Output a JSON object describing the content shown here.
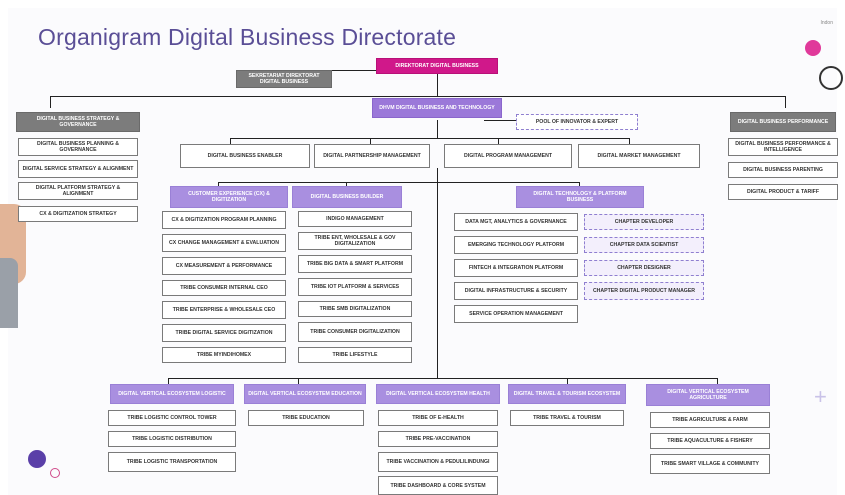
{
  "title": "Organigram Digital Business Directorate",
  "watermark": "Indon",
  "top": {
    "directorate": "DIREKTORAT DIGITAL BUSINESS",
    "secretariat": "SEKRETARIAT DIREKTORAT DIGITAL BUSINESS",
    "dhvm": "DHVM DIGITAL BUSINESS AND TECHNOLOGY",
    "pool": "POOL OF INNOVATOR & EXPERT"
  },
  "left_group": {
    "header": "DIGITAL BUSINESS STRATEGY & GOVERNANCE",
    "items": [
      "DIGITAL BUSINESS PLANNING & GOVERNANCE",
      "DIGITAL SERVICE STRATEGY & ALIGNMENT",
      "DIGITAL PLATFORM STRATEGY & ALIGNMENT",
      "CX & DIGITIZATION STRATEGY"
    ]
  },
  "right_group": {
    "header": "DIGITAL BUSINESS PERFORMANCE",
    "items": [
      "DIGITAL BUSINESS PERFORMANCE & INTELLIGENCE",
      "DIGITAL BUSINESS PARENTING",
      "DIGITAL PRODUCT & TARIFF"
    ]
  },
  "middle_row": [
    "DIGITAL BUSINESS ENABLER",
    "DIGITAL PARTNERSHIP MANAGEMENT",
    "DIGITAL PROGRAM MANAGEMENT",
    "DIGITAL MARKET MANAGEMENT"
  ],
  "cx": {
    "header": "CUSTOMER EXPERIENCE (CX) & DIGITIZATION",
    "items": [
      "CX & DIGITIZATION PROGRAM PLANNING",
      "CX CHANGE MANAGEMENT & EVALUATION",
      "CX MEASUREMENT & PERFORMANCE",
      "TRIBE CONSUMER INTERNAL CEO",
      "TRIBE ENTERPRISE & WHOLESALE CEO",
      "TRIBE DIGITAL SERVICE DIGITIZATION",
      "TRIBE MYINDIHOMEX"
    ]
  },
  "builder": {
    "header": "DIGITAL BUSINESS BUILDER",
    "items": [
      "INDIGO MANAGEMENT",
      "TRIBE ENT, WHOLESALE & GOV DIGITALIZATION",
      "TRIBE BIG DATA & SMART PLATFORM",
      "TRIBE IOT PLATFORM & SERVICES",
      "TRIBE SMB DIGITALIZATION",
      "TRIBE CONSUMER DIGITALIZATION",
      "TRIBE LIFESTYLE"
    ]
  },
  "tech": {
    "header": "DIGITAL TECHNOLOGY & PLATFORM BUSINESS",
    "items": [
      "DATA MGT, ANALYTICS & GOVERNANCE",
      "EMERGING TECHNOLOGY PLATFORM",
      "FINTECH & INTEGRATION PLATFORM",
      "DIGITAL INFRASTRUCTURE & SECURITY",
      "SERVICE OPERATION MANAGEMENT"
    ],
    "chapters": [
      "CHAPTER DEVELOPER",
      "CHAPTER DATA SCIENTIST",
      "CHAPTER DESIGNER",
      "CHAPTER DIGITAL PRODUCT MANAGER"
    ]
  },
  "verticals": [
    {
      "header": "DIGITAL VERTICAL ECOSYSTEM LOGISTIC",
      "items": [
        "TRIBE LOGISTIC CONTROL TOWER",
        "TRIBE LOGISTIC DISTRIBUTION",
        "TRIBE LOGISTIC TRANSPORTATION"
      ]
    },
    {
      "header": "DIGITAL VERTICAL ECOSYSTEM EDUCATION",
      "items": [
        "TRIBE EDUCATION"
      ]
    },
    {
      "header": "DIGITAL VERTICAL ECOSYSTEM HEALTH",
      "items": [
        "TRIBE OF E-HEALTH",
        "TRIBE PRE-VACCINATION",
        "TRIBE VACCINATION & PEDULILINDUNGI",
        "TRIBE DASHBOARD & CORE SYSTEM"
      ]
    },
    {
      "header": "DIGITAL TRAVEL & TOURISM ECOSYSTEM",
      "items": [
        "TRIBE TRAVEL & TOURISM"
      ]
    },
    {
      "header": "DIGITAL VERTICAL ECOSYSTEM AGRICULTURE",
      "items": [
        "TRIBE AGRICULTURE & FARM",
        "TRIBE AQUACULTURE & FISHERY",
        "TRIBE SMART VILLAGE & COMMUNITY"
      ]
    }
  ],
  "colors": {
    "title": "#5a4e96",
    "purple": "#9b78d9",
    "magenta": "#d0188a",
    "gray": "#7c7c7c"
  }
}
